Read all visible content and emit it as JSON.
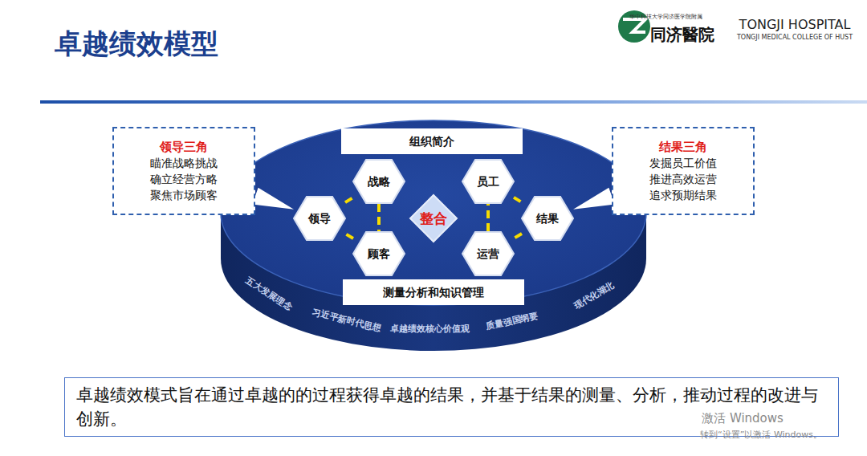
{
  "diagram": {
    "title": "卓越绩效模型",
    "caption": "卓越绩效模式旨在通过卓越的的过程获得卓越的结果，并基于结果的测量、分析，推动过程的改进与创新。",
    "nodes": [
      {
        "text": [
          "领导三角",
          "瞄准战略挑战 确立经营方略 聚焦市场顾客"
        ]
      },
      {
        "text": [
          "组织简介"
        ]
      },
      {
        "text": [
          "战略"
        ]
      },
      {
        "text": [
          "员工"
        ]
      },
      {
        "text": [
          "结果三角",
          "发掘员工价值 推进高效运营 追求预期结果"
        ]
      },
      {
        "text": [
          "领导"
        ]
      },
      {
        "text": [
          "整合"
        ]
      },
      {
        "text": [
          "结果"
        ]
      },
      {
        "text": [
          "顾客"
        ]
      },
      {
        "text": [
          "运营"
        ]
      },
      {
        "text": [
          "测量分析和知识管理"
        ]
      }
    ],
    "edges": [
      {
        "from": 5,
        "to": 2,
        "arrow": "none"
      },
      {
        "from": 2,
        "to": 8,
        "arrow": "none"
      },
      {
        "from": 8,
        "to": 5,
        "arrow": "none"
      },
      {
        "from": 3,
        "to": 7,
        "arrow": "none"
      },
      {
        "from": 7,
        "to": 9,
        "arrow": "none"
      },
      {
        "from": 9,
        "to": 3,
        "arrow": "none"
      },
      {
        "from": 0,
        "to": 5,
        "arrow": "none"
      },
      {
        "from": 4,
        "to": 7,
        "arrow": "none"
      }
    ],
    "labels": [
      "华中科技大学同济医学院附属",
      "1900",
      "同济醫院",
      "TONGJI HOSPITAL",
      "TONGJI MEDICAL COLLEGE OF HUST",
      "五大发展理念",
      "习近平新时代思想",
      "卓越绩效核心价值观",
      "质量强国纲要",
      "现代化湖北",
      "激活 Windows",
      "转到“设置”以激活 Windows。"
    ]
  }
}
